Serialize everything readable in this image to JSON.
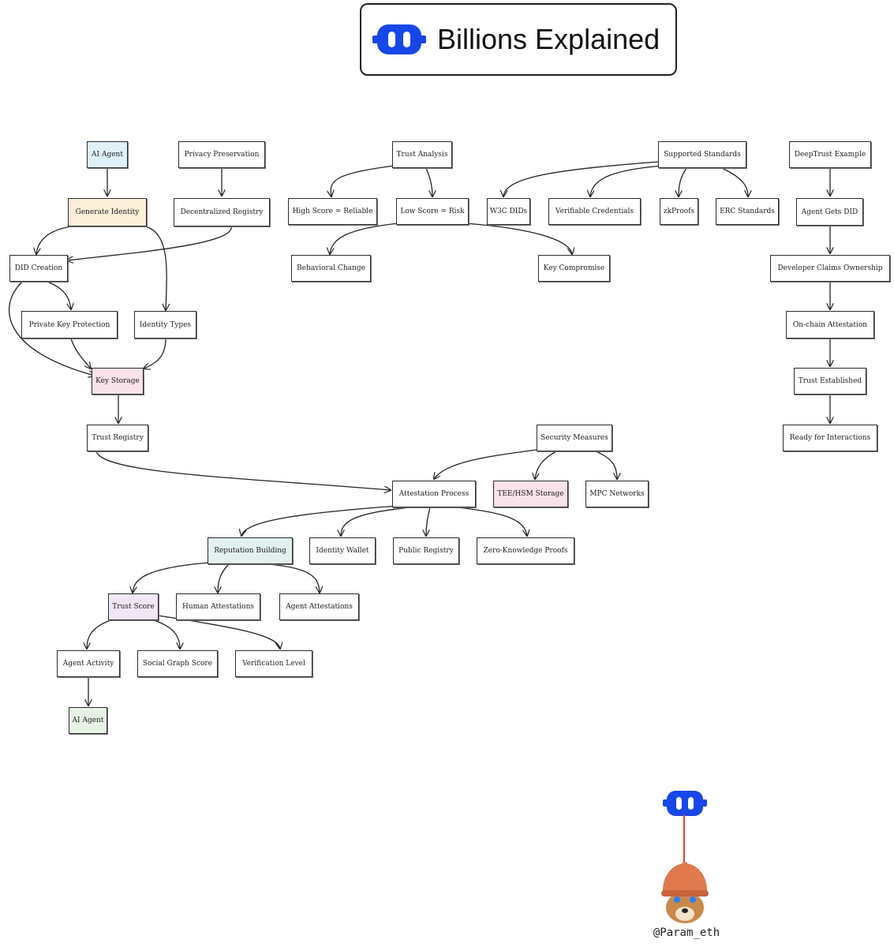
{
  "header": {
    "title": "Billions Explained",
    "logo_icon": "robot-logo-icon",
    "brand_color": "#1847e8"
  },
  "diagram": {
    "nodes": {
      "ai_agent": "AI Agent",
      "privacy_preservation": "Privacy Preservation",
      "generate_identity": "Generate Identity",
      "decentralized_registry": "Decentralized Registry",
      "did_creation": "DID Creation",
      "private_key_protection": "Private Key Protection",
      "identity_types": "Identity Types",
      "key_storage": "Key Storage",
      "trust_registry": "Trust Registry",
      "trust_analysis": "Trust Analysis",
      "high_score": "High Score = Reliable",
      "low_score": "Low Score = Risk",
      "behavioral_change": "Behavioral Change",
      "key_compromise": "Key Compromise",
      "supported_standards": "Supported Standards",
      "w3c_dids": "W3C DIDs",
      "verifiable_credentials": "Verifiable Credentials",
      "zkproofs": "zkProofs",
      "erc_standards": "ERC Standards",
      "deeptrust_example": "DeepTrust Example",
      "agent_gets_did": "Agent Gets DID",
      "developer_claims": "Developer Claims Ownership",
      "onchain_attestation": "On-chain Attestation",
      "trust_established": "Trust Established",
      "ready_for_interactions": "Ready for Interactions",
      "security_measures": "Security Measures",
      "attestation_process": "Attestation Process",
      "tee_hsm_storage": "TEE/HSM Storage",
      "mpc_networks": "MPC Networks",
      "reputation_building": "Reputation Building",
      "identity_wallet": "Identity Wallet",
      "public_registry": "Public Registry",
      "zero_knowledge_proofs": "Zero-Knowledge Proofs",
      "trust_score": "Trust Score",
      "human_attestations": "Human Attestations",
      "agent_attestations": "Agent Attestations",
      "agent_activity": "Agent Activity",
      "social_graph_score": "Social Graph Score",
      "verification_level": "Verification Level",
      "ai_agent_end": "AI Agent"
    },
    "node_colors": {
      "ai_agent": "#e0f0f9",
      "generate_identity": "#fcefd9",
      "key_storage": "#f9e2e9",
      "tee_hsm_storage": "#f9e2e9",
      "reputation_building": "#e3f0f0",
      "trust_score": "#f1e6f5",
      "ai_agent_end": "#e7f4e5"
    }
  },
  "footer": {
    "handle": "@Param_eth",
    "logo_icon": "robot-logo-icon",
    "avatar_icon": "dog-avatar-icon",
    "line_color": "#d9452f"
  }
}
